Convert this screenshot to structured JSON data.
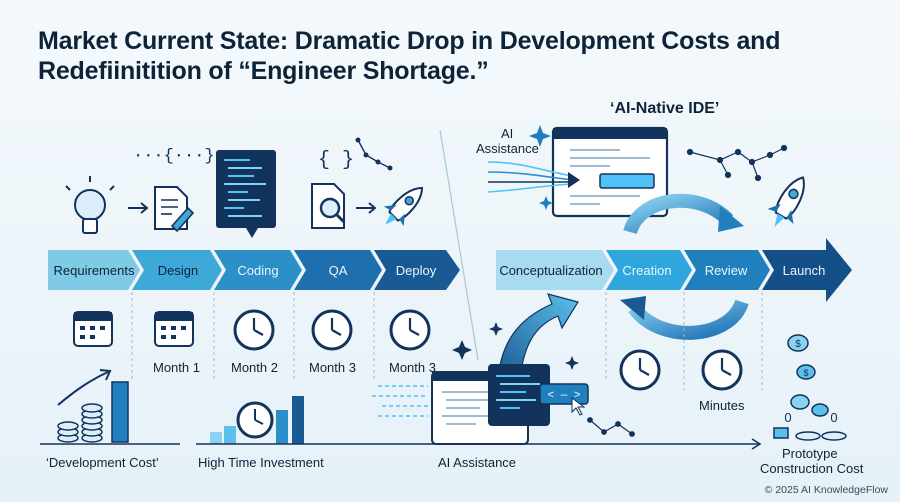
{
  "title": {
    "line1": "Market Current State: Dramatic Drop in Development Costs and",
    "line2": "Redefiinitition of “Engineer Shortage.”"
  },
  "right_heading": "‘AI-Native IDE’",
  "ai_assistance_top": [
    "AI",
    "Assistance"
  ],
  "traditional_steps": [
    "Requirements",
    "Design",
    "Coding",
    "QA",
    "Deploy"
  ],
  "ai_steps": [
    "Conceptualization",
    "Creation",
    "Review",
    "Launch"
  ],
  "months": [
    "Month 1",
    "Month 2",
    "Month 3",
    "Month 3"
  ],
  "minutes_label": "Minutes",
  "bottom_labels": {
    "development_cost": "‘Development Cost’",
    "high_time": "High Time Investment",
    "ai_assistance": "AI Assistance",
    "prototype": [
      "Prototype",
      "Construction Cost"
    ]
  },
  "coin_zeros": [
    "0",
    "0"
  ],
  "code_bracket_small": "{ }",
  "code_bracket_top": "···{···}",
  "copyright": "© 2025 AI KnowledgeFlow",
  "colors": {
    "requirements": "#7fcbe6",
    "design": "#3ea9d8",
    "coding": "#2d8fc8",
    "qa": "#1f6fae",
    "deploy": "#1a5a94",
    "conceptualization": "#a7dbef",
    "creation": "#2fa6dc",
    "review": "#1f80bd",
    "launch": "#154f88",
    "navy": "#12335c"
  }
}
